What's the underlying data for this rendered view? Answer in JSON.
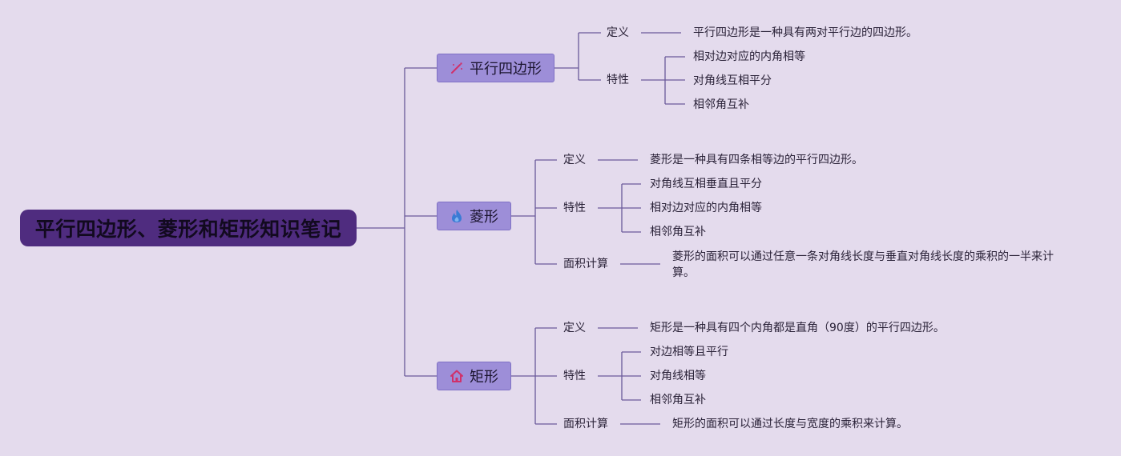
{
  "root": {
    "title": "平行四边形、菱形和矩形知识笔记"
  },
  "branches": [
    {
      "title": "平行四边形",
      "icon": "magic-wand-icon",
      "definition_label": "定义",
      "definition": "平行四边形是一种具有两对平行边的四边形。",
      "property_label": "特性",
      "properties": [
        "相对边对应的内角相等",
        "对角线互相平分",
        "相邻角互补"
      ]
    },
    {
      "title": "菱形",
      "icon": "flame-icon",
      "definition_label": "定义",
      "definition": "菱形是一种具有四条相等边的平行四边形。",
      "property_label": "特性",
      "properties": [
        "对角线互相垂直且平分",
        "相对边对应的内角相等",
        "相邻角互补"
      ],
      "area_label": "面积计算",
      "area": "菱形的面积可以通过任意一条对角线长度与垂直对角线长度的乘积的一半来计算。"
    },
    {
      "title": "矩形",
      "icon": "house-icon",
      "definition_label": "定义",
      "definition": "矩形是一种具有四个内角都是直角（90度）的平行四边形。",
      "property_label": "特性",
      "properties": [
        "对边相等且平行",
        "对角线相等",
        "相邻角互补"
      ],
      "area_label": "面积计算",
      "area": "矩形的面积可以通过长度与宽度的乘积来计算。"
    }
  ],
  "colors": {
    "background": "#e4dbed",
    "root_fill": "#4f2c7f",
    "branch_fill": "#9d8ed8",
    "line": "#6a5a9a",
    "flame": "#3a7bd5",
    "wand": "#d0306a",
    "house": "#d0306a"
  }
}
